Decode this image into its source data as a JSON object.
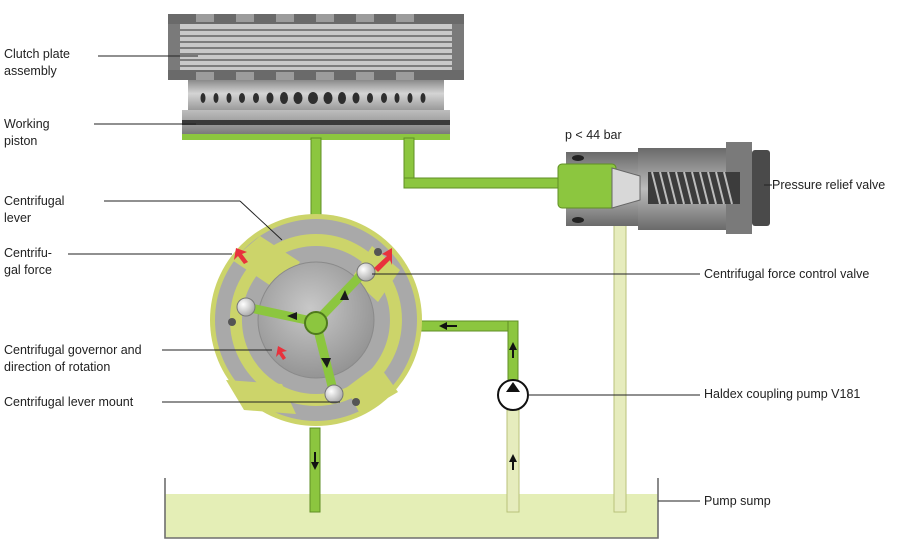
{
  "labels": {
    "clutch_plate_assembly": "Clutch plate assembly",
    "working_piston": "Working piston",
    "centrifugal_lever": "Centrifugal lever",
    "centrifugal_force": "Centrifu-gal force",
    "centrifugal_governor": "Centrifugal governor and direction of rotation",
    "centrifugal_lever_mount": "Centrifugal lever mount",
    "pressure_value": "p < 44 bar",
    "pressure_relief_valve": "Pressure relief valve",
    "centrifugal_force_control_valve": "Centrifugal force control valve",
    "haldex_coupling_pump": "Haldex coupling pump V181",
    "pump_sump": "Pump sump"
  },
  "colors": {
    "oil_green": "#8cc63f",
    "oil_light": "#dfe7a8",
    "sump_fill": "#e4eeb6",
    "metal_dark": "#5a5a5a",
    "metal_mid": "#9a9a9a",
    "metal_light": "#d0d0d0",
    "arrow_red": "#e8323c",
    "text": "#222222"
  }
}
